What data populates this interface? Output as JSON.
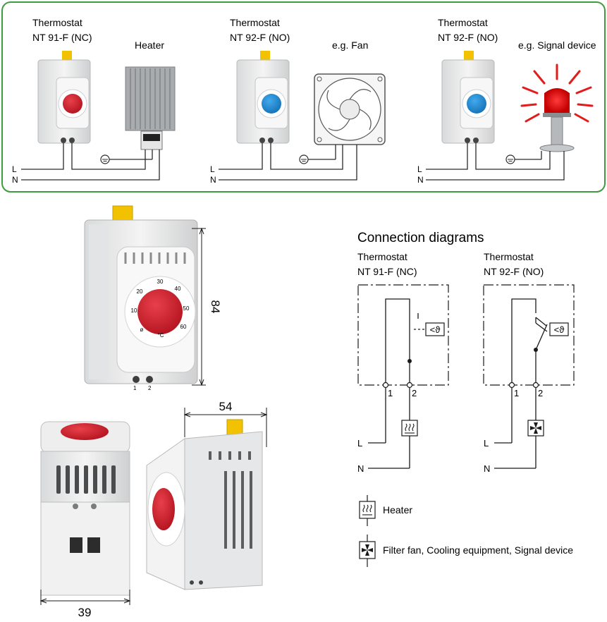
{
  "top_panel": {
    "groups": [
      {
        "thermostat_line1": "Thermostat",
        "thermostat_line2": "NT 91-F (NC)",
        "device_label": "Heater",
        "dial_color": "#d4202f"
      },
      {
        "thermostat_line1": "Thermostat",
        "thermostat_line2": "NT 92-F (NO)",
        "device_label": "e.g. Fan",
        "dial_color": "#1f8fd6"
      },
      {
        "thermostat_line1": "Thermostat",
        "thermostat_line2": "NT 92-F (NO)",
        "device_label": "e.g. Signal device",
        "dial_color": "#1f8fd6"
      }
    ],
    "line_labels": {
      "L": "L",
      "N": "N"
    },
    "border_color": "#3f9b3f"
  },
  "product_views": {
    "dim_height": "84",
    "dim_width_depth": "54",
    "dim_width_front": "39",
    "dial_scale": [
      "30",
      "40",
      "20",
      "10",
      "50",
      "60",
      "ø",
      "°C"
    ],
    "terminal_labels": [
      "1",
      "2"
    ],
    "dial_color": "#d4202f"
  },
  "connection_diagrams": {
    "title": "Connection diagrams",
    "nc": {
      "line1": "Thermostat",
      "line2": "NT 91-F (NC)",
      "symbol": "<ϑ",
      "terminal1": "1",
      "terminal2": "2",
      "L": "L",
      "N": "N"
    },
    "no": {
      "line1": "Thermostat",
      "line2": "NT 92-F (NO)",
      "symbol": "<ϑ",
      "terminal1": "1",
      "terminal2": "2",
      "L": "L",
      "N": "N"
    },
    "legend": [
      {
        "icon": "heater-symbol",
        "label": "Heater"
      },
      {
        "icon": "fan-symbol",
        "label": "Filter fan, Cooling equipment, Signal device"
      }
    ]
  }
}
